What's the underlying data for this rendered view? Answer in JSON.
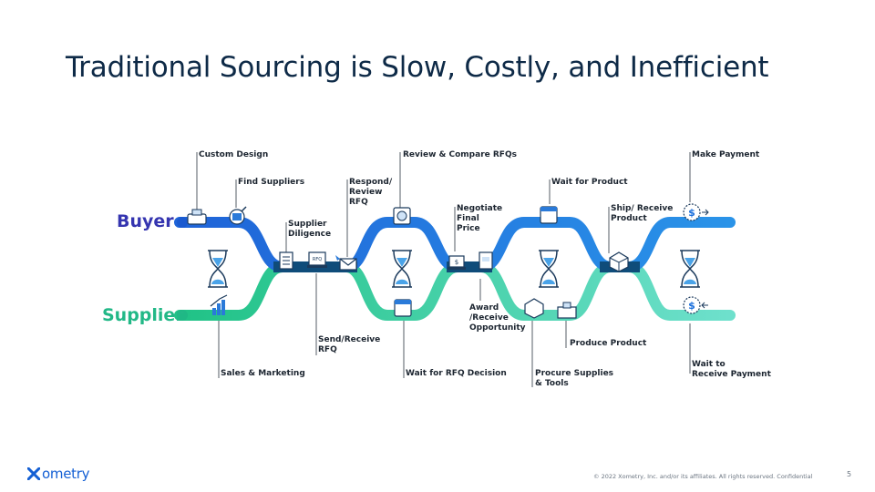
{
  "title": "Traditional Sourcing is Slow, Costly, and Inefficient",
  "roles": {
    "buyer": "Buyer",
    "supplier": "Supplier"
  },
  "steps": {
    "custom_design": "Custom Design",
    "find_suppliers": "Find Suppliers",
    "supplier_diligence": "Supplier\nDiligence",
    "respond_review_rfq": "Respond/\nReview\nRFQ",
    "review_compare_rfqs": "Review & Compare RFQs",
    "negotiate_final_price": "Negotiate\nFinal\nPrice",
    "wait_for_product": "Wait for Product",
    "ship_receive_product": "Ship/ Receive\nProduct",
    "make_payment": "Make Payment",
    "sales_marketing": "Sales & Marketing",
    "send_receive_rfq": "Send/Receive\nRFQ",
    "wait_for_rfq_decision": "Wait for RFQ Decision",
    "award_receive_opportunity": "Award\n/Receive\nOpportunity",
    "procure_supplies_tools": "Procure Supplies\n& Tools",
    "produce_product": "Produce Product",
    "wait_to_receive_payment": "Wait to\nReceive Payment"
  },
  "icon_text": {
    "rfq_tag": "RFQ"
  },
  "colors": {
    "buyer": "#3535b0",
    "supplier": "#22b887",
    "buyer_track": "#1a6fdc",
    "supplier_track": "#2ec4a0",
    "merged_track": "#0f4c7a"
  },
  "footer": {
    "logo_text": "ometry",
    "copyright": "© 2022  Xometry, Inc. and/or its affiliates. All rights reserved. Confidential",
    "page_number": "5"
  }
}
